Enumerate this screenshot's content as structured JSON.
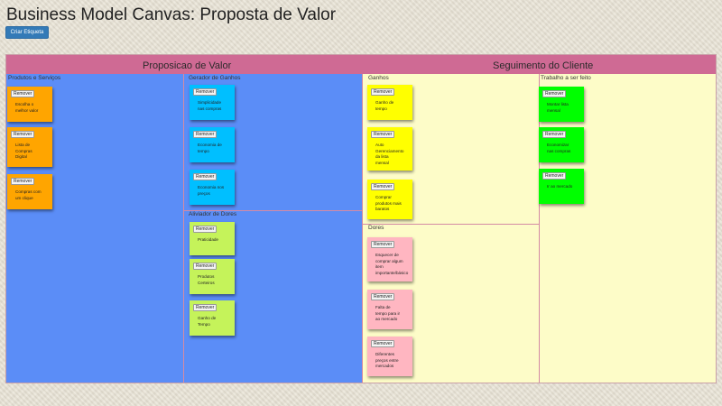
{
  "page": {
    "title": "Business Model Canvas: Proposta de Valor"
  },
  "toolbar": {
    "create_label": "Criar Etiqueta"
  },
  "headers": {
    "value_proposition": "Proposicao de Valor",
    "customer_segment": "Seguimento do Cliente"
  },
  "sections": {
    "products": {
      "label": "Produtos e Serviços",
      "notes": [
        {
          "remove": "Remover",
          "text": "Escolha o\nmelhor valor"
        },
        {
          "remove": "Remover",
          "text": "Lista de\nCompras\nDigital"
        },
        {
          "remove": "Remover",
          "text": "Compras com\num clique"
        }
      ]
    },
    "gain_creators": {
      "label": "Gerador de Ganhos",
      "notes": [
        {
          "remove": "Remover",
          "text": "Simplicidade\nnas compras"
        },
        {
          "remove": "Remover",
          "text": "Economia de\ntempo"
        },
        {
          "remove": "Remover",
          "text": "Economia nos\npreços"
        }
      ]
    },
    "pain_relievers": {
      "label": "Aliviador de Dores",
      "notes": [
        {
          "remove": "Remover",
          "text": "Praticidade"
        },
        {
          "remove": "Remover",
          "text": "Produtos\nCerteiros"
        },
        {
          "remove": "Remover",
          "text": "Ganho de\nTempo"
        }
      ]
    },
    "gains": {
      "label": "Ganhos",
      "notes": [
        {
          "remove": "Remover",
          "text": "Ganho de\ntempo"
        },
        {
          "remove": "Remover",
          "text": "Auto\nGerenciamento\nda lista\nmensal"
        },
        {
          "remove": "Remover",
          "text": "Comprar\nprodutos mais\nbaratos"
        }
      ]
    },
    "pains": {
      "label": "Dores",
      "notes": [
        {
          "remove": "Remover",
          "text": "Esquecer de\ncomprar algum\nitem\nimportante/básico"
        },
        {
          "remove": "Remover",
          "text": "Falta de\ntempo para ir\nao mercado"
        },
        {
          "remove": "Remover",
          "text": "Diferentes\npreços entre\nmercados"
        }
      ]
    },
    "jobs": {
      "label": "Trabalho a ser feito",
      "notes": [
        {
          "remove": "Remover",
          "text": "Montar lista\nmensal"
        },
        {
          "remove": "Remover",
          "text": "Economizar\nnas compras"
        },
        {
          "remove": "Remover",
          "text": "Ir ao mercado"
        }
      ]
    }
  },
  "colors": {
    "products": "#ffa500",
    "gain_creators": "#00bfff",
    "pain_relievers": "#c5f35a",
    "gains": "#ffff00",
    "pains": "#ffb6c1",
    "jobs": "#00ff00",
    "header": "#cf6a94",
    "value_bg": "#5b8df7",
    "customer_bg": "#fdfcc8"
  }
}
